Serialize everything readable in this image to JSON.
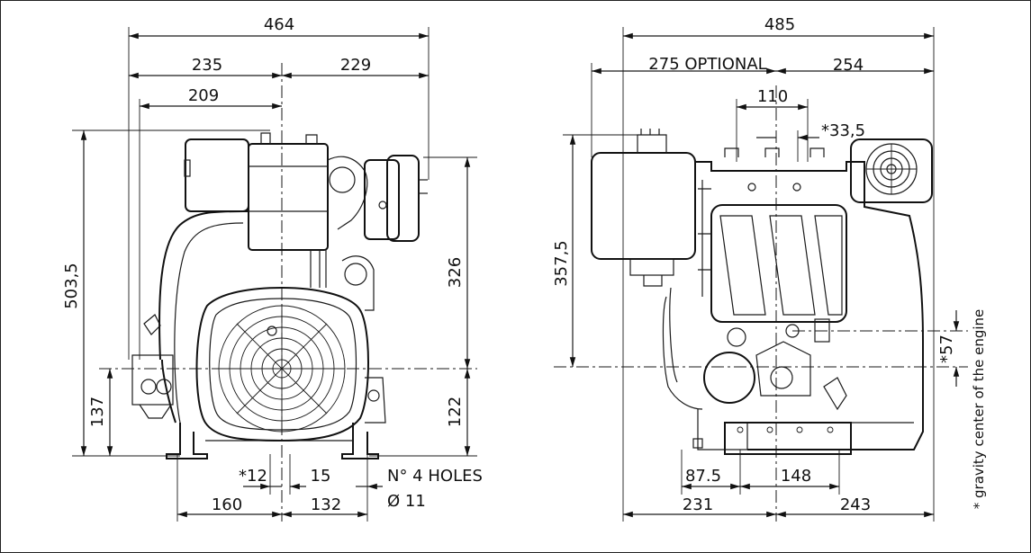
{
  "front_view": {
    "dim_overall_width": "464",
    "dim_left_half": "235",
    "dim_right_half": "229",
    "dim_left_inner": "209",
    "dim_overall_height": "503,5",
    "dim_upper_height": "326",
    "dim_lower_height_right": "122",
    "dim_lower_height_left": "137",
    "dim_offset_12": "*12",
    "dim_15": "15",
    "dim_160": "160",
    "dim_132": "132",
    "holes_label": "N° 4 HOLES",
    "hole_diameter": "Ø 11"
  },
  "side_view": {
    "dim_overall_width": "485",
    "dim_optional": "275 OPTIONAL",
    "dim_254": "254",
    "dim_110": "110",
    "dim_33_5": "*33,5",
    "dim_height": "357,5",
    "dim_57": "*57",
    "dim_87_5": "87.5",
    "dim_148": "148",
    "dim_231": "231",
    "dim_243": "243"
  },
  "note": "* gravity center of the engine"
}
